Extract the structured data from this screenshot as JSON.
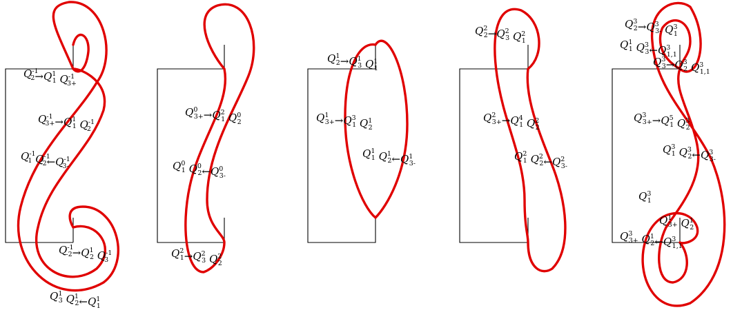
{
  "colors": {
    "curve": "#e00000",
    "frame": "#000000",
    "background": "#ffffff"
  },
  "panels": [
    {
      "id": "panel-1",
      "labels": [
        {
          "id": "p1-a",
          "text": "Q_2^{-1}→Q_1^1 Q_{3+}^{-1}"
        },
        {
          "id": "p1-b",
          "text": "Q_{3+}^{-1}→Q_1^1 Q_2^{-1}"
        },
        {
          "id": "p1-c",
          "text": "Q_1^{-1} Q_2^{-1}←Q_{3-}^{-1}"
        },
        {
          "id": "p1-d",
          "text": "Q_{-2}^{-1}→Q_2^1 Q_3^{-1}"
        },
        {
          "id": "p1-e",
          "text": "Q_3^1 Q_2^1←Q_1^1"
        }
      ]
    },
    {
      "id": "panel-2",
      "labels": [
        {
          "id": "p2-a",
          "text": "Q_{3+}^0→Q_1^2 Q_2^0"
        },
        {
          "id": "p2-b",
          "text": "Q_1^0 Q_2^0←Q_{3-}^0"
        },
        {
          "id": "p2-c",
          "text": "Q_1^2→Q_3^2 Q_2^2"
        }
      ]
    },
    {
      "id": "panel-3",
      "labels": [
        {
          "id": "p3-a",
          "text": "Q_2^1→Q_3^1 Q_1^1"
        },
        {
          "id": "p3-b",
          "text": "Q_{3+}^1→Q_1^3 Q_2^1"
        },
        {
          "id": "p3-c",
          "text": "Q_1^1 Q_2^1←Q_{3-}^1"
        }
      ]
    },
    {
      "id": "panel-4",
      "labels": [
        {
          "id": "p4-a",
          "text": "Q_2^2→Q_3^2 Q_1^2"
        },
        {
          "id": "p4-b",
          "text": "Q_{3+}^2→Q_1^4 Q_2^2"
        },
        {
          "id": "p4-c",
          "text": "Q_1^2 Q_2^2←Q_{3-}^2"
        }
      ]
    },
    {
      "id": "panel-5",
      "labels": [
        {
          "id": "p5-a",
          "text": "Q_2^3→Q_{3-}^3 Q_1^3"
        },
        {
          "id": "p5-b",
          "text": "Q_1^1 Q_3^3←Q_{1,1}^3"
        },
        {
          "id": "p5-c",
          "text": "Q_3^3→Q_2^3 Q_{1,1}^3"
        },
        {
          "id": "p5-d",
          "text": "Q_{3+}^3→Q_1^5 Q_2^3"
        },
        {
          "id": "p5-e",
          "text": "Q_1^3 Q_2^3←Q_{3-}^3"
        },
        {
          "id": "p5-f",
          "text": "Q_1^3"
        },
        {
          "id": "p5-g",
          "text": "Q_{3+}^1 Q_2^1"
        },
        {
          "id": "p5-h",
          "text": "Q_{3+}^3 Q_2^1←Q_{1,1}^3"
        }
      ]
    }
  ]
}
